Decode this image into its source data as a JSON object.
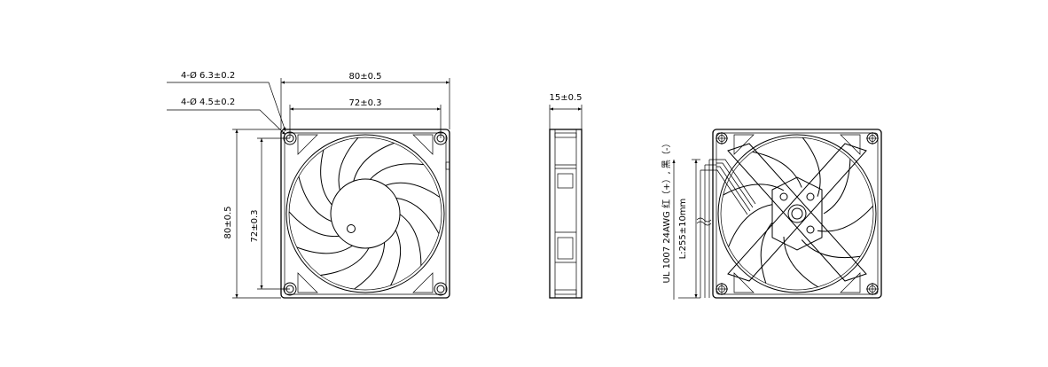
{
  "front_view": {
    "mount_hole_outer": "4-Ø 6.3±0.2",
    "mount_hole_inner": "4-Ø 4.5±0.2",
    "width_outer": "80±0.5",
    "width_inner": "72±0.3",
    "height_outer": "80±0.5",
    "height_inner": "72±0.3"
  },
  "side_view": {
    "thickness": "15±0.5"
  },
  "rear_view": {
    "wire_spec": "UL 1007 24AWG 红（+）, 黑（-）",
    "lead_length": "L:255±10mm"
  }
}
